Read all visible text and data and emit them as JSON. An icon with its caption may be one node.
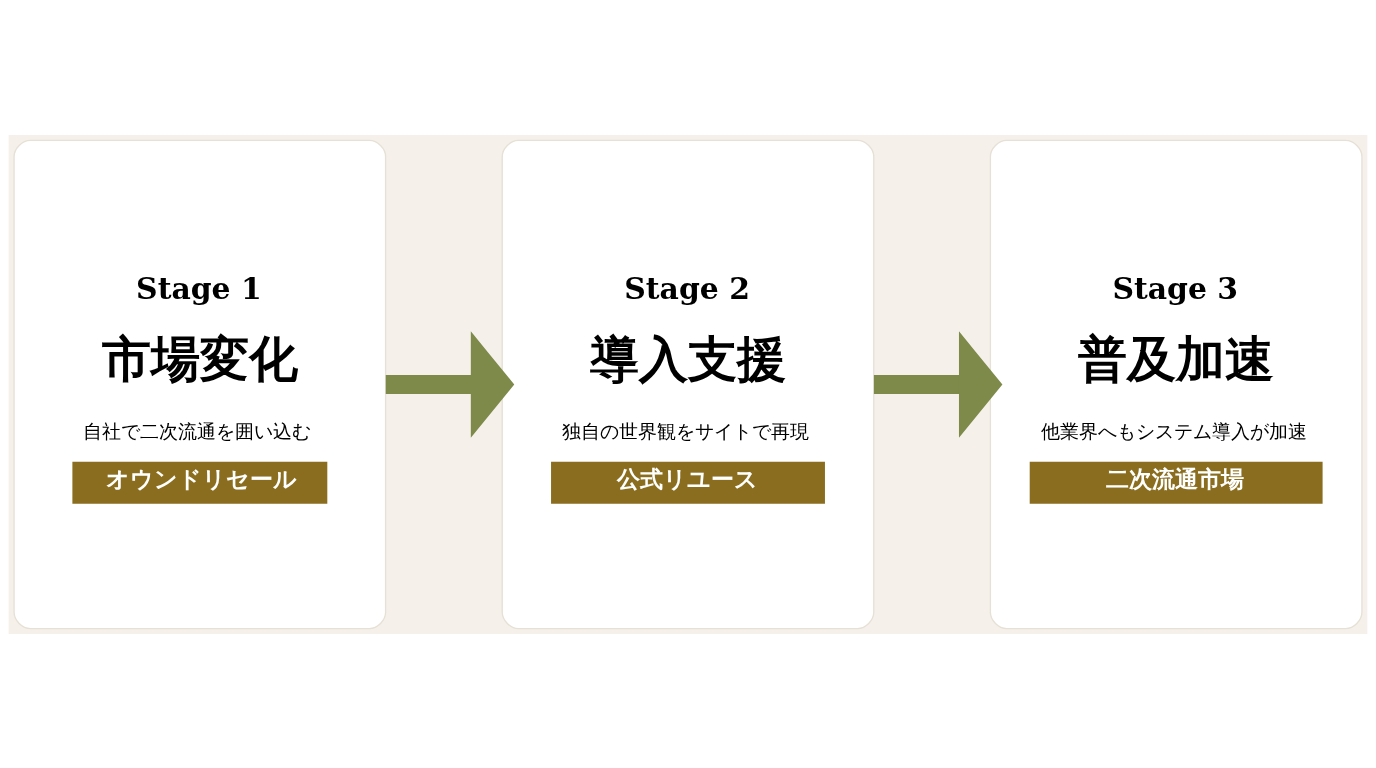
{
  "diagram": {
    "nodes": [
      {
        "text": [
          "Stage 1",
          "市場変化",
          "自社で二次流通を囲い込む",
          "オウンドリセール"
        ]
      },
      {
        "text": [
          "Stage 2",
          "導入支援",
          "独自の世界観をサイトで再現",
          "公式リユース"
        ]
      },
      {
        "text": [
          "Stage 3",
          "普及加速",
          "他業界へもシステム導入が加速",
          "二次流通市場"
        ]
      }
    ],
    "edges": [
      {
        "from": 0,
        "to": 1,
        "arrow": "to"
      },
      {
        "from": 1,
        "to": 2,
        "arrow": "to"
      }
    ]
  }
}
